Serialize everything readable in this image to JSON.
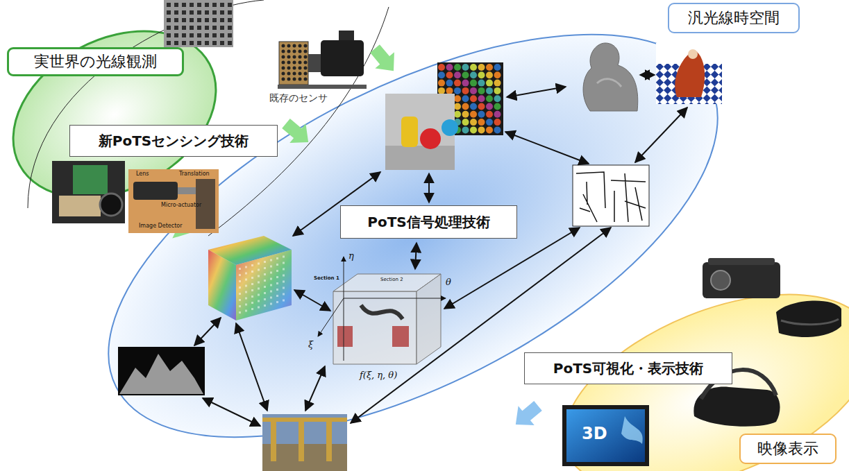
{
  "diagram": {
    "nodes": [
      {
        "text": [
          "実世界の光線観測"
        ]
      },
      {
        "text": [
          "新PoTSセンシング技術"
        ]
      },
      {
        "text": [
          "PoTS信号処理技術"
        ]
      },
      {
        "text": [
          "汎光線時空間"
        ]
      },
      {
        "text": [
          "PoTS可視化・表示技術"
        ]
      },
      {
        "text": [
          "映像表示"
        ]
      }
    ],
    "labels": [
      "既存のセンサ",
      "Lens",
      "Translation",
      "Micro-actuator",
      "Image Detector",
      "η",
      "θ",
      "ξ",
      "f(ξ, η, θ)",
      "Section 1",
      "Section 2",
      "3D"
    ]
  }
}
